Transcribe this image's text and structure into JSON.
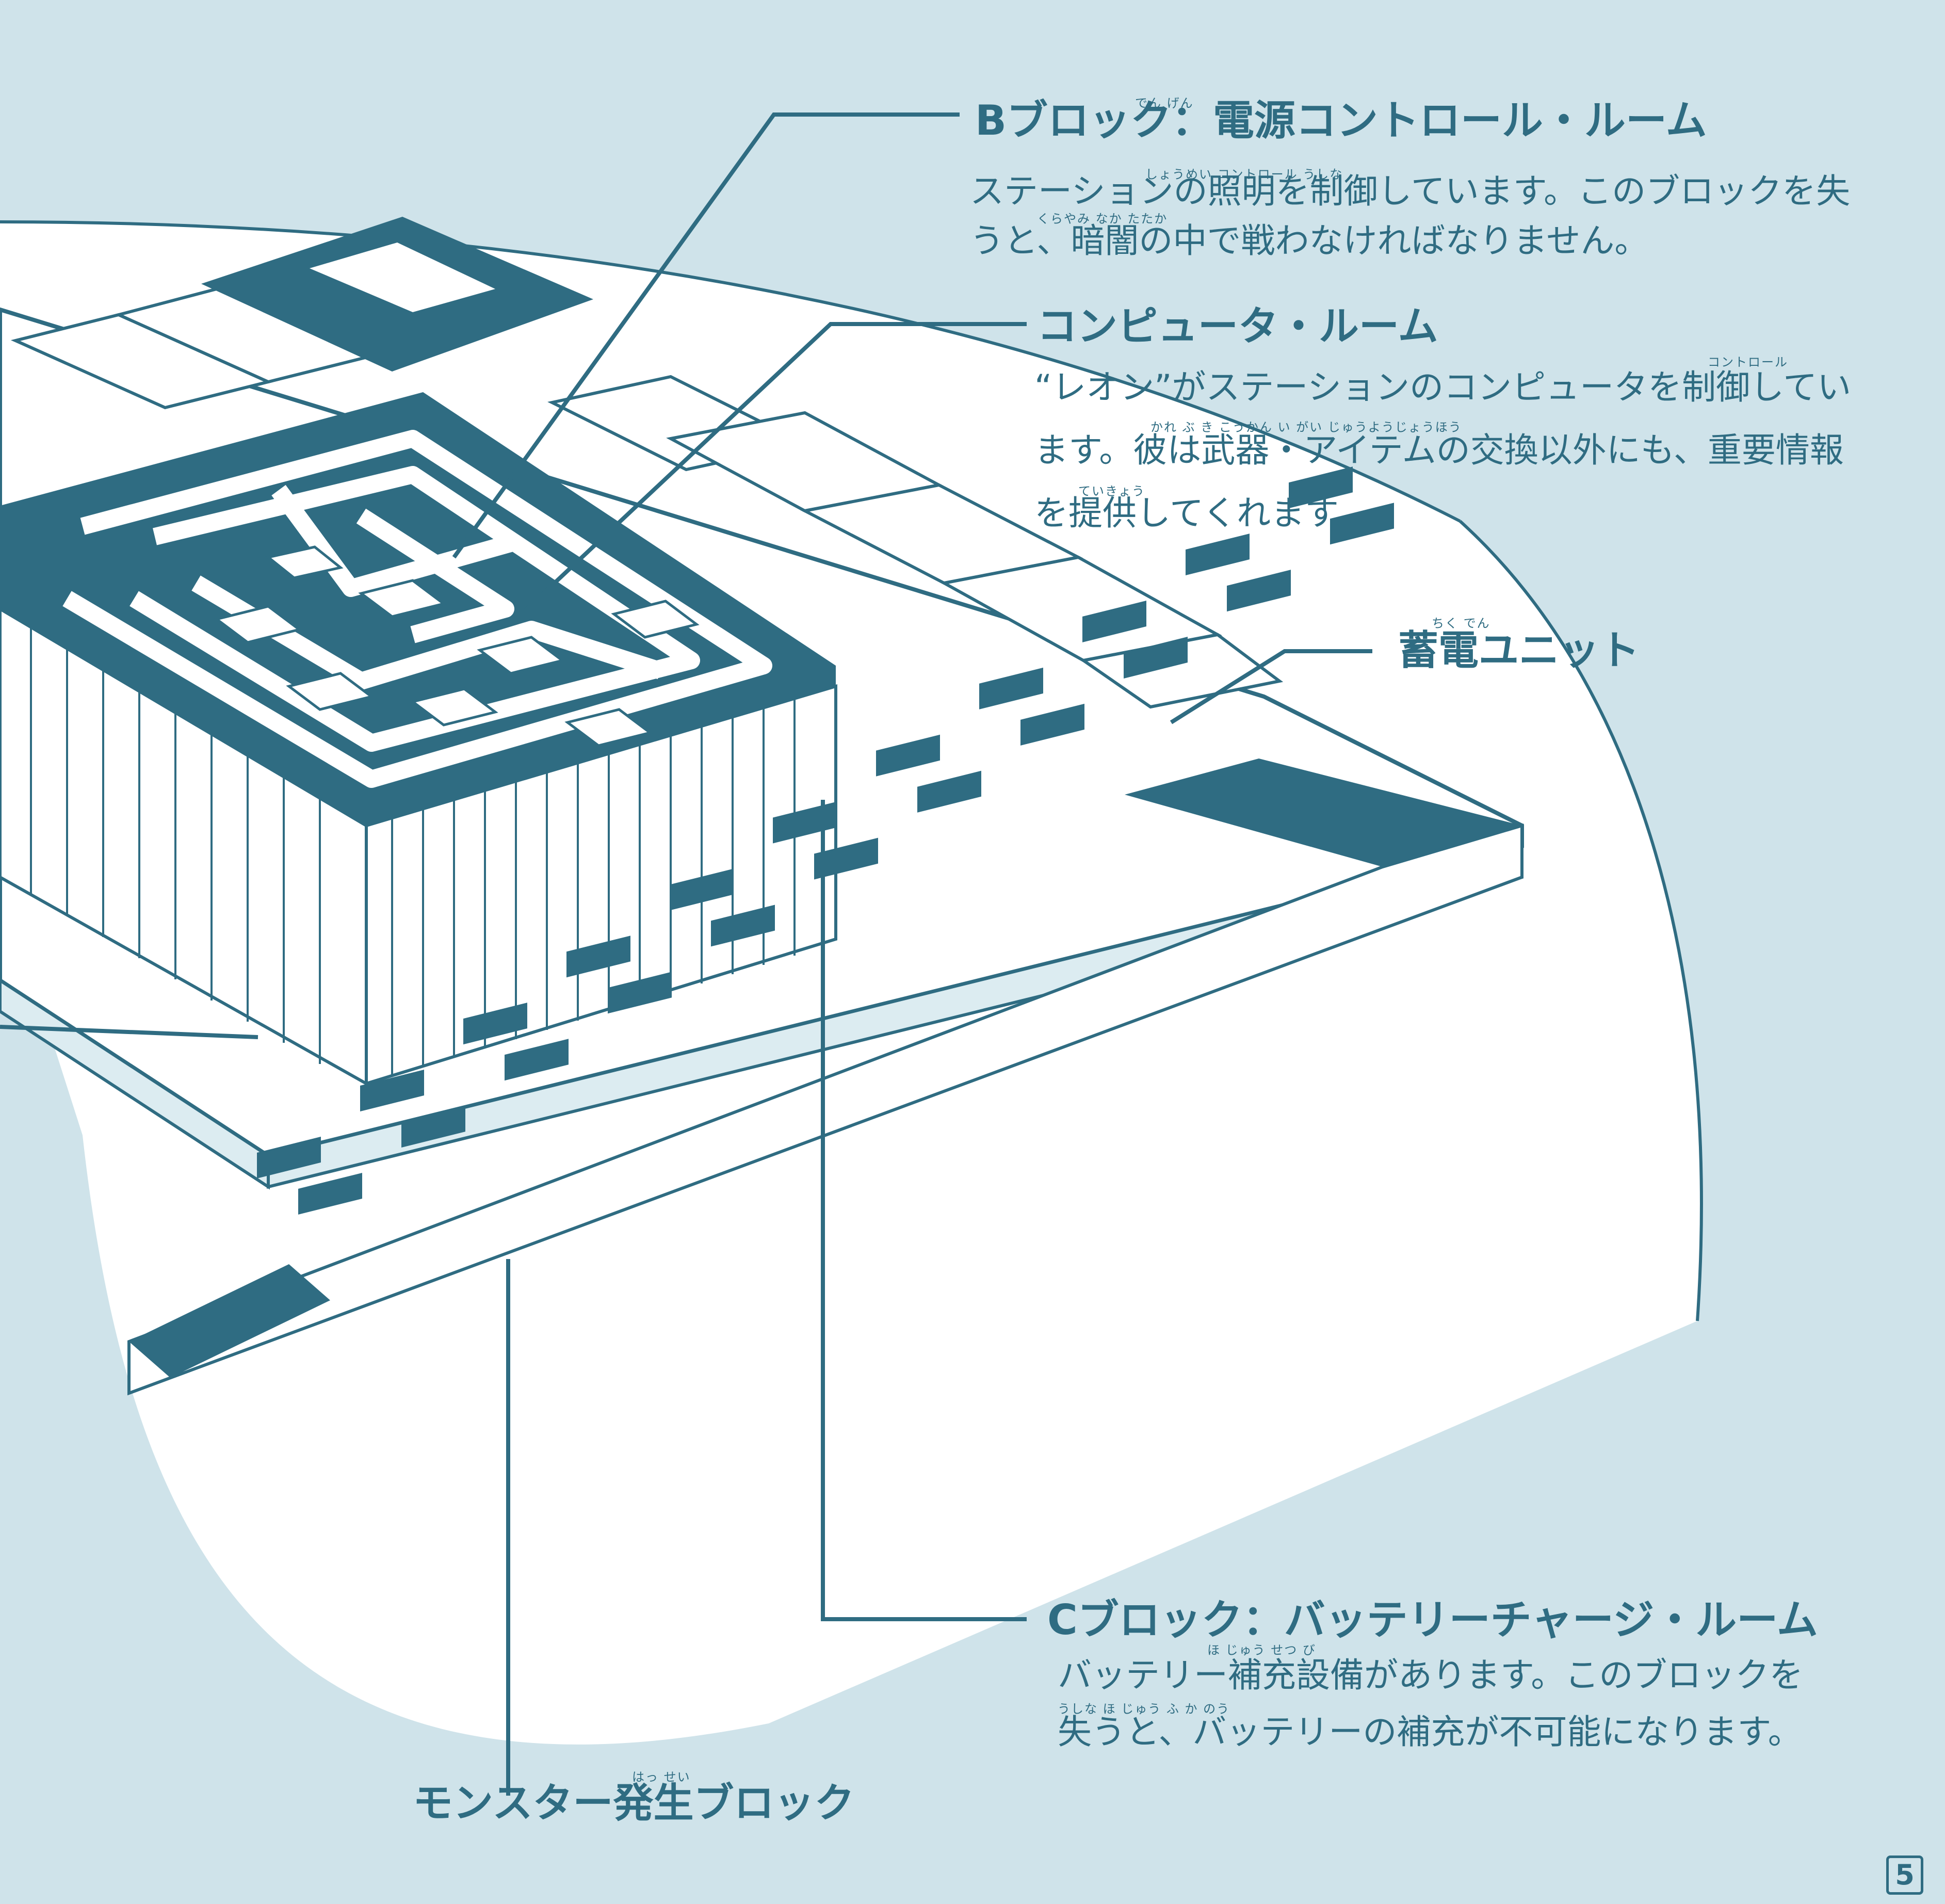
{
  "callouts": {
    "b_block": {
      "title": "Bブロック：電源コントロール・ルーム",
      "ruby_title": "でん げん",
      "line1": "ステーションの照明を制御しています。このブロックを失",
      "line2": "うと、暗闇の中で戦わなければなりません。",
      "ruby_line1": "しょうめい          コントロール                            うしな",
      "ruby_line2": "くらやみ    なか    たたか"
    },
    "computer_room": {
      "title": "コンピュータ・ルーム",
      "line1": "“レオン”がステーションのコンピュータを制御してい",
      "line2": "ます。彼は武器・アイテムの交換以外にも、重要情報",
      "line3": "を提供してくれます。",
      "ruby_line1": "コントロール",
      "ruby_line2": "かれ      ぶ  き                  こうかん  い  がい        じゅうようじょうほう",
      "ruby_line3": "ていきょう"
    },
    "storage_unit": {
      "title": "蓄電ユニット",
      "ruby_title": "ちく でん"
    },
    "c_block": {
      "title": "Cブロック：バッテリーチャージ・ルーム",
      "line1": "バッテリー補充設備があります。このブロックを",
      "line2": "失うと、バッテリーの補充が不可能になります。",
      "ruby_line1": "ほ じゅう せつ び",
      "ruby_line2": "うしな                    ほ じゅう    ふ  か のう"
    },
    "monster_block": {
      "title": "モンスター発生ブロック",
      "ruby_title": "はっ せい"
    }
  },
  "page_number": "5",
  "colors": {
    "ink": "#2f6c82",
    "background": "#cfe3ea",
    "paper": "#ffffff"
  }
}
